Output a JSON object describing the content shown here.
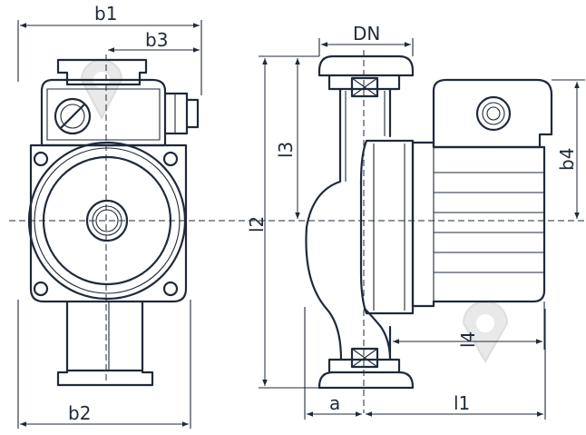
{
  "labels": {
    "b1": "b1",
    "b2": "b2",
    "b3": "b3",
    "b4": "b4",
    "dn": "DN",
    "l1": "l1",
    "l2": "l2",
    "l3": "l3",
    "l4": "l4",
    "a": "a"
  },
  "colors": {
    "line": "#1f2a3a",
    "watermark": "#e3e3e3",
    "background": "#ffffff"
  }
}
